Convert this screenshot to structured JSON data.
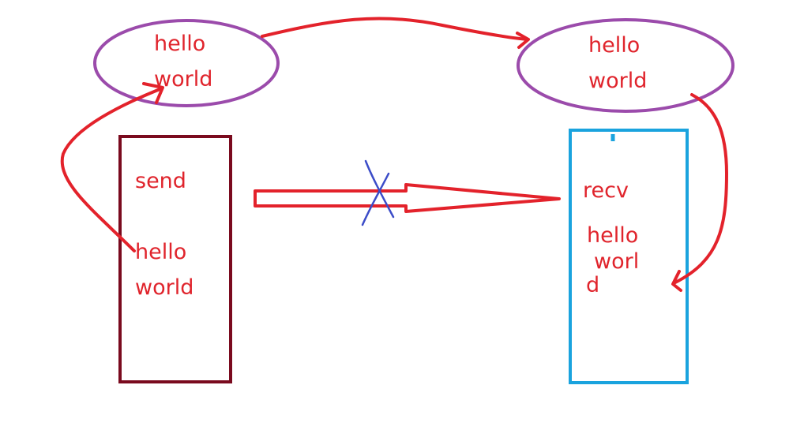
{
  "colors": {
    "text": "#e0242c",
    "arrow_red": "#e3222b",
    "ellipse_purple": "#9b4bab",
    "send_box": "#7a0a1e",
    "recv_box": "#1aa3de",
    "cross_blue": "#3b4cc8"
  },
  "left_ellipse": {
    "line1": "hello",
    "line2": "world"
  },
  "right_ellipse": {
    "line1": "hello",
    "line2": "world"
  },
  "send_box": {
    "title": "send",
    "line1": "hello",
    "line2": "world"
  },
  "recv_box": {
    "title": "recv",
    "line1": "hello",
    "line2": "worl",
    "line3": "d"
  },
  "icons": {
    "blocked_mark": "cross-icon"
  }
}
